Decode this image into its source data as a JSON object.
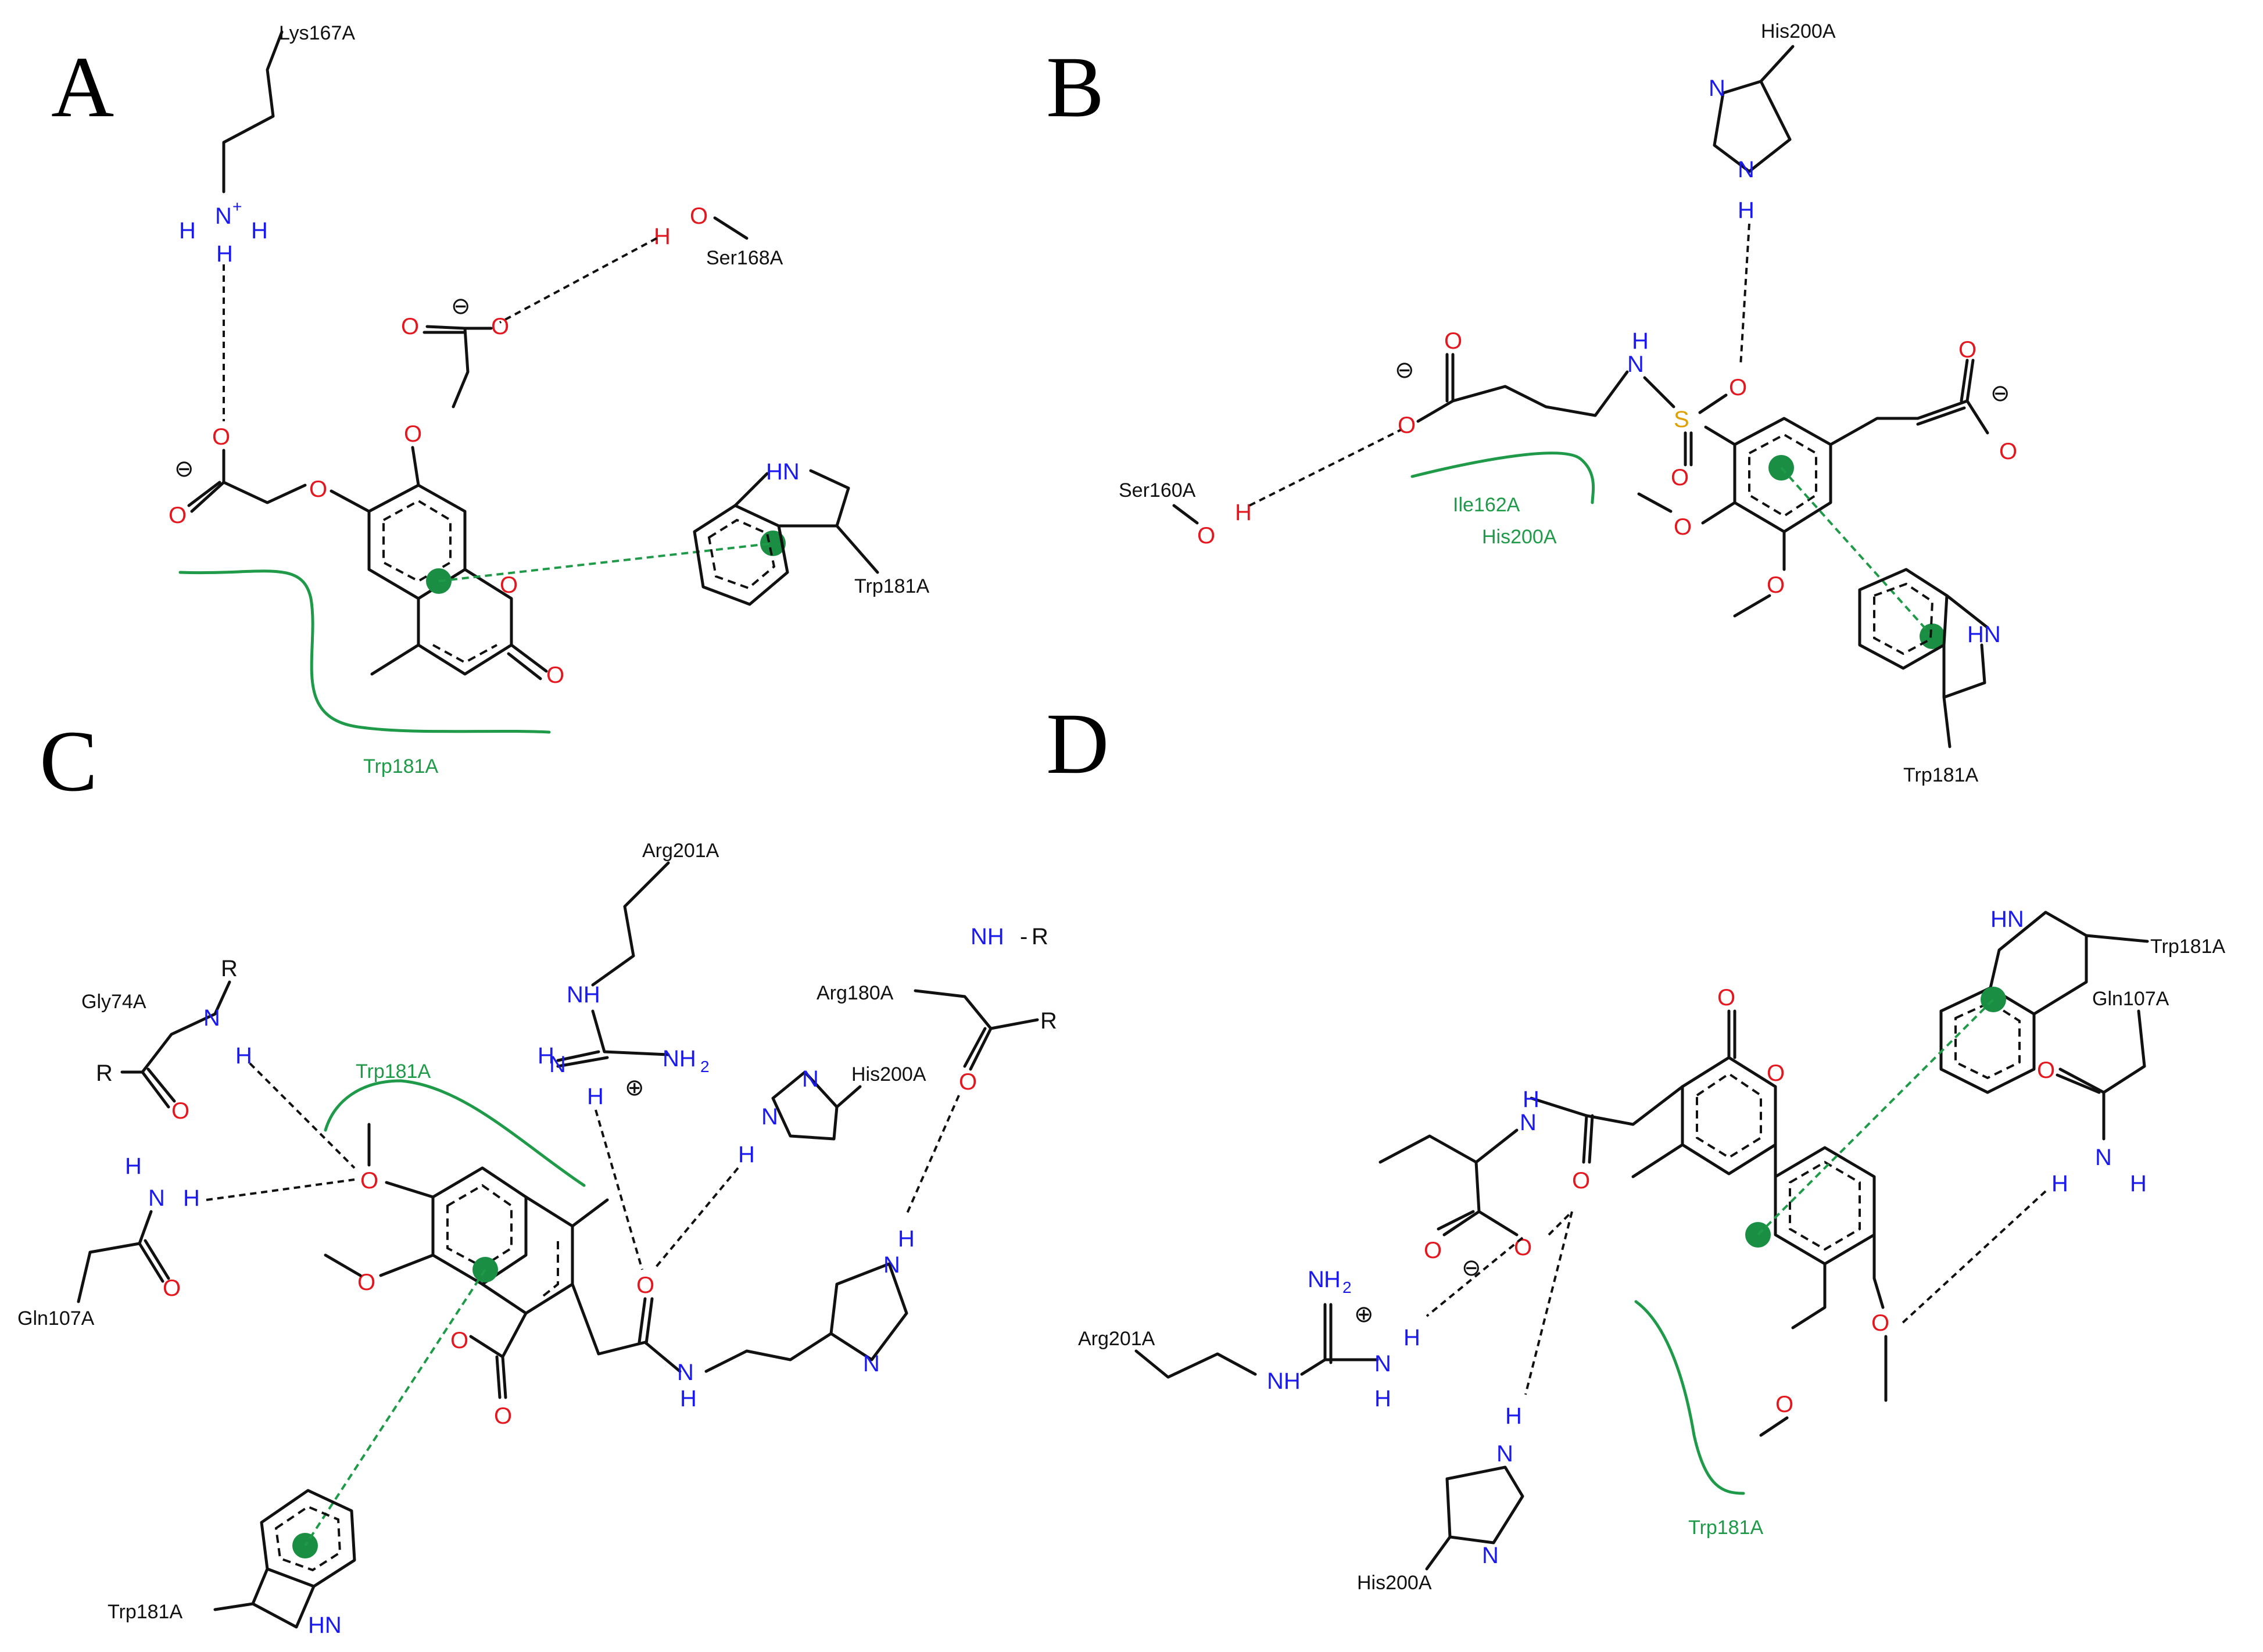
{
  "panels": {
    "A": {
      "label": "A",
      "residues": {
        "lys": "Lys167A",
        "ser": "Ser168A",
        "trp": "Trp181A",
        "hydrophobic": "Trp181A"
      },
      "atoms": {
        "nh3": "N",
        "nplus": "+",
        "h": "H",
        "o": "O",
        "hn": "HN",
        "minus": "⊖"
      }
    },
    "B": {
      "label": "B",
      "residues": {
        "his": "His200A",
        "ser": "Ser160A",
        "trp": "Trp181A",
        "hydrophobic_1": "Ile162A",
        "hydrophobic_2": "His200A"
      },
      "atoms": {
        "n": "N",
        "h": "H",
        "o": "O",
        "s": "S",
        "hn": "HN",
        "minus": "⊖"
      }
    },
    "C": {
      "label": "C",
      "residues": {
        "arg201": "Arg201A",
        "arg180": "Arg180A",
        "his200": "His200A",
        "gly74": "Gly74A",
        "gln107": "Gln107A",
        "trp": "Trp181A",
        "hydrophobic": "Trp181A"
      },
      "atoms": {
        "n": "N",
        "h": "H",
        "o": "O",
        "r": "R",
        "nh": "NH",
        "nh2": "NH",
        "two": "2",
        "hn": "HN",
        "plus": "⊕"
      }
    },
    "D": {
      "label": "D",
      "residues": {
        "trp": "Trp181A",
        "gln107": "Gln107A",
        "arg201": "Arg201A",
        "his200": "His200A",
        "hydrophobic": "Trp181A"
      },
      "atoms": {
        "n": "N",
        "h": "H",
        "o": "O",
        "nh": "NH",
        "hn": "HN",
        "two": "2",
        "plus": "⊕",
        "minus": "⊖"
      }
    }
  },
  "colors": {
    "oxygen": "#e5171e",
    "nitrogen": "#1a1aee",
    "sulfur": "#e0a000",
    "hydrophobic": "#1f9a48",
    "pi_stack": "#1a8f43",
    "bond": "#111111"
  }
}
